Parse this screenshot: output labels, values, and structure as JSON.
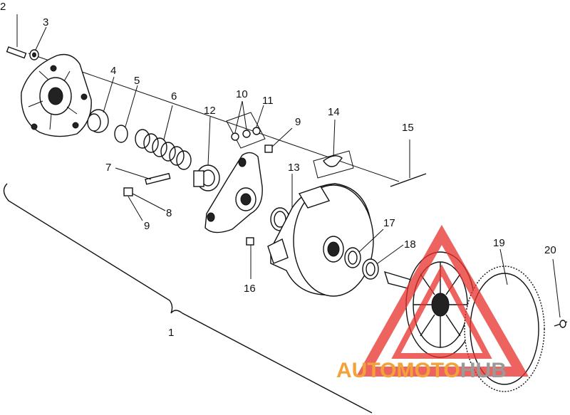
{
  "callouts": [
    {
      "id": "1",
      "label": "1"
    },
    {
      "id": "2",
      "label": "2"
    },
    {
      "id": "3",
      "label": "3"
    },
    {
      "id": "4",
      "label": "4"
    },
    {
      "id": "5",
      "label": "5"
    },
    {
      "id": "6",
      "label": "6"
    },
    {
      "id": "7",
      "label": "7"
    },
    {
      "id": "8",
      "label": "8"
    },
    {
      "id": "9a",
      "label": "9"
    },
    {
      "id": "9b",
      "label": "9"
    },
    {
      "id": "10",
      "label": "10"
    },
    {
      "id": "11",
      "label": "11"
    },
    {
      "id": "12",
      "label": "12"
    },
    {
      "id": "13",
      "label": "13"
    },
    {
      "id": "14",
      "label": "14"
    },
    {
      "id": "15",
      "label": "15"
    },
    {
      "id": "16",
      "label": "16"
    },
    {
      "id": "17",
      "label": "17"
    },
    {
      "id": "18",
      "label": "18"
    },
    {
      "id": "19",
      "label": "19"
    },
    {
      "id": "20",
      "label": "20"
    }
  ],
  "watermark": {
    "part_auto": "AUTO",
    "part_moto": "MOTO",
    "part_hub": "HUB",
    "color_red": "#e8302a",
    "color_orange": "#f2a23a",
    "color_gray": "#9a9a9a"
  }
}
